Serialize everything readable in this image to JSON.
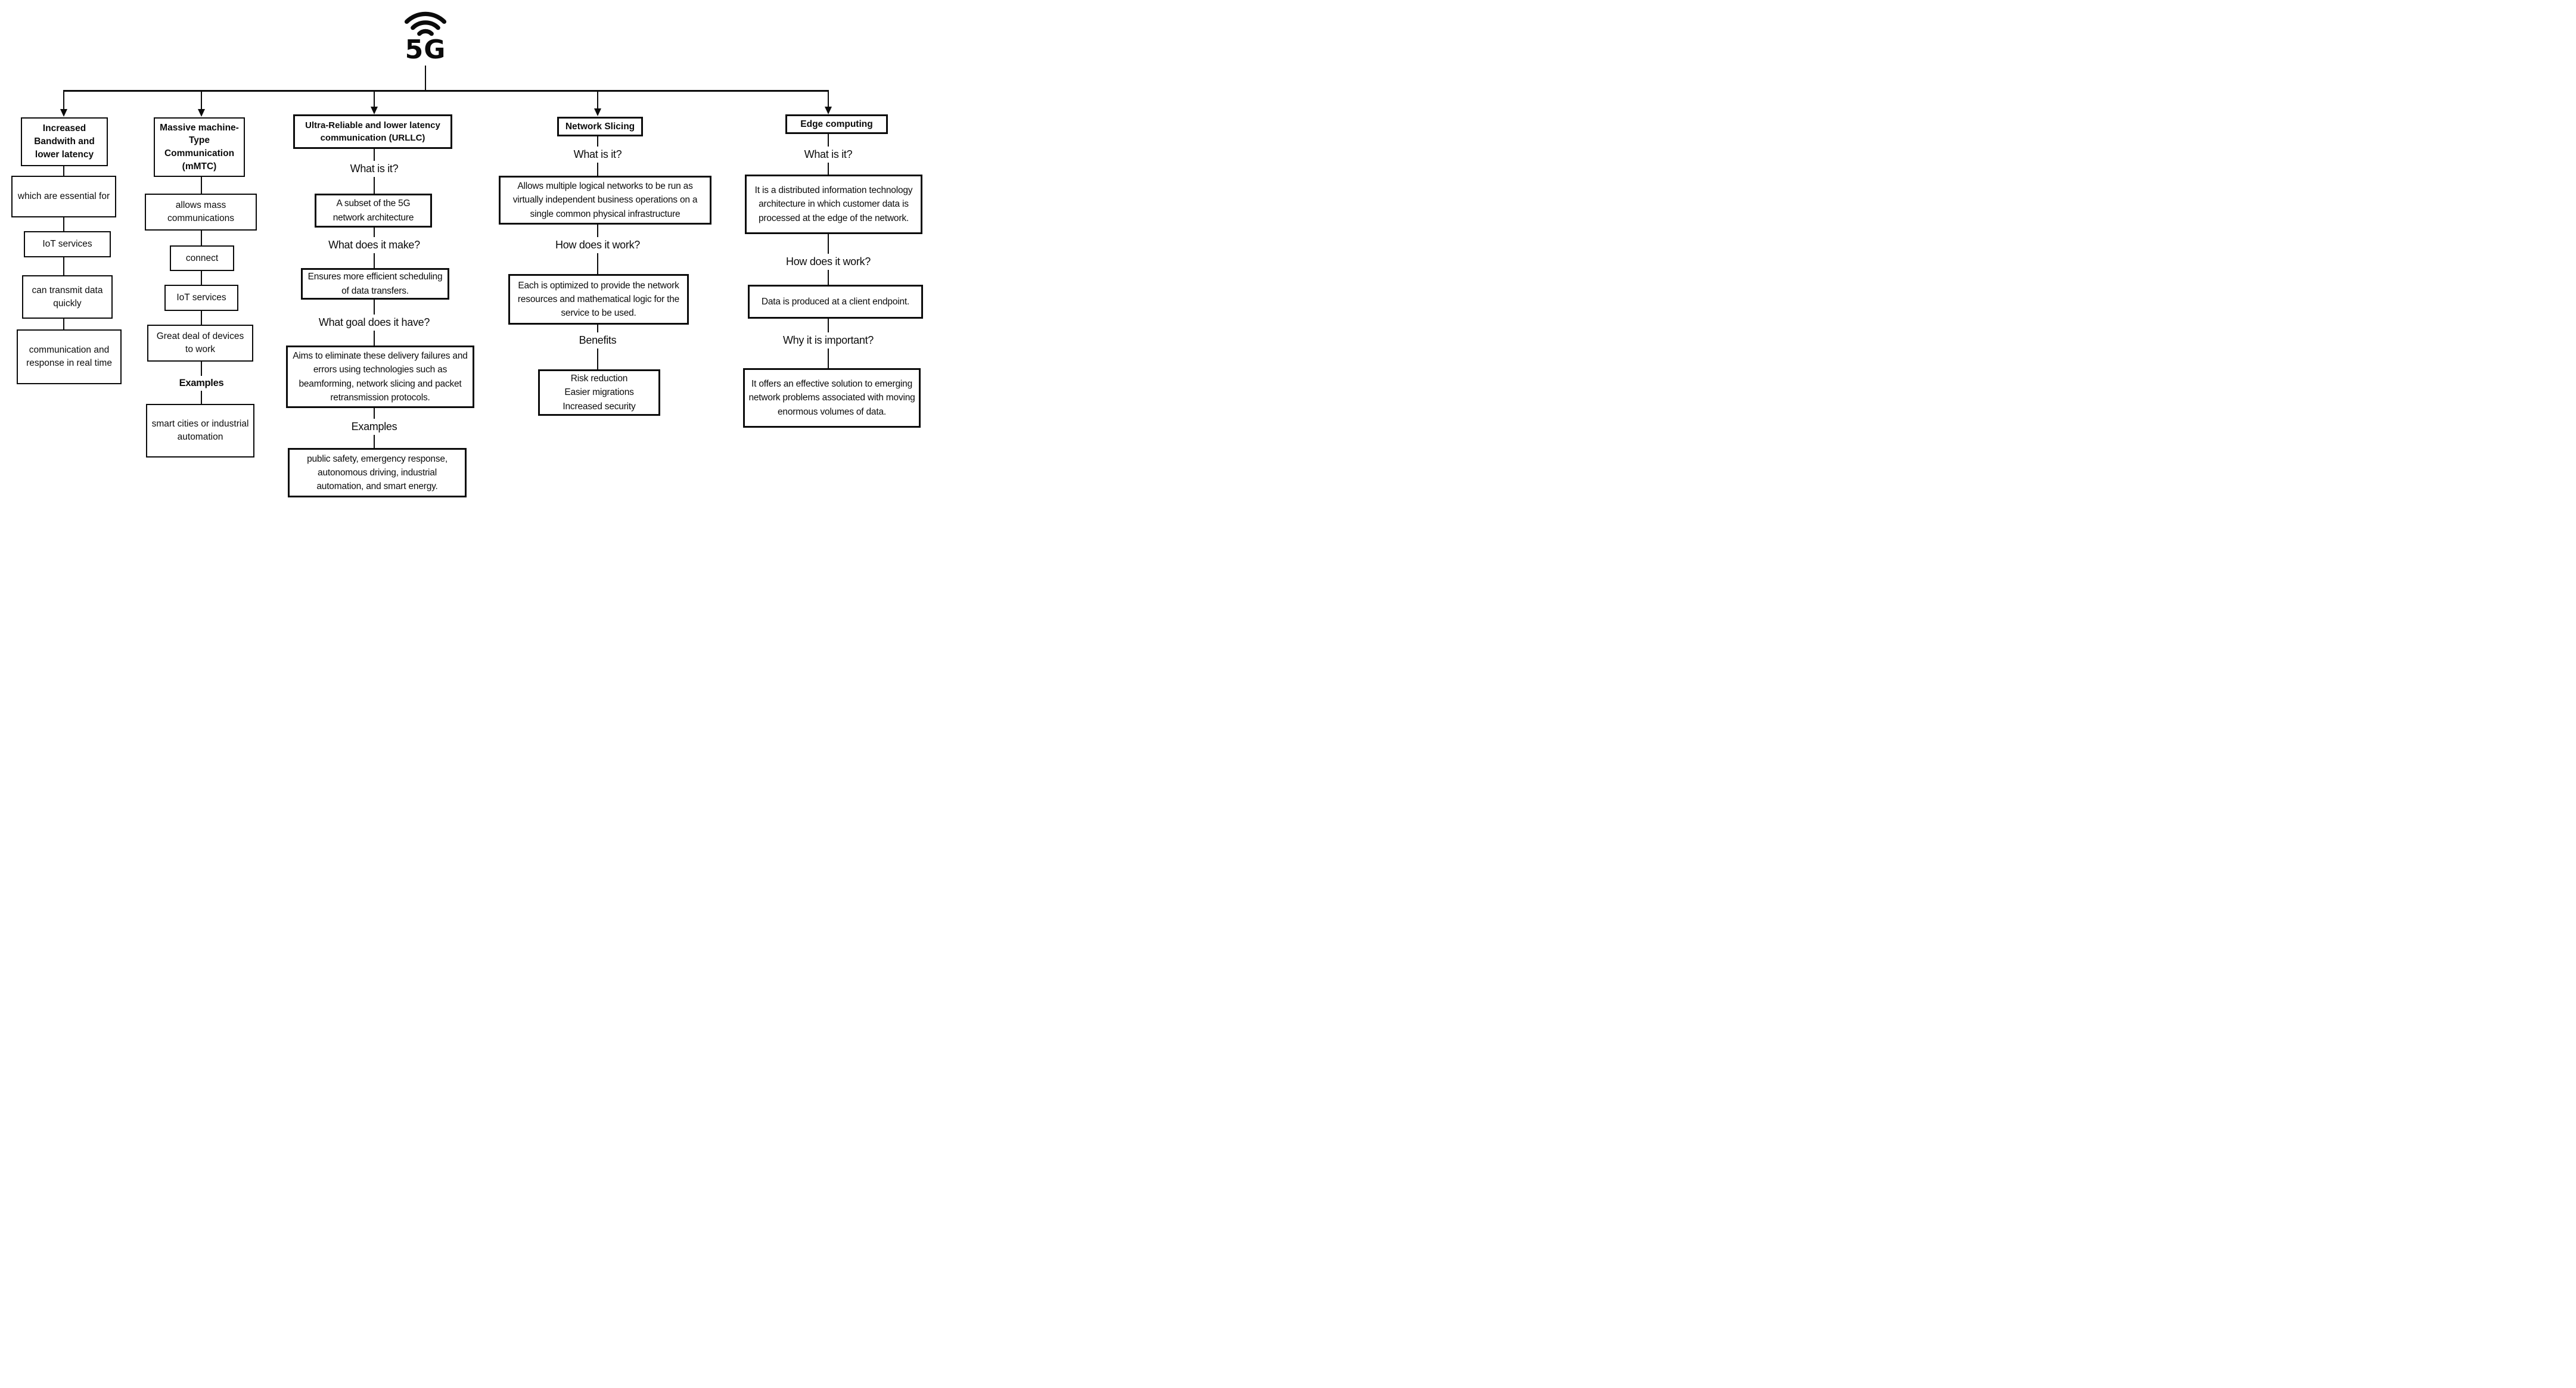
{
  "root": {
    "label": "5G",
    "icon": "wifi-signal-icon"
  },
  "colors": {
    "line": "#0b0b0b",
    "background": "#ffffff"
  },
  "columns": [
    {
      "id": "increased-bandwidth",
      "nodes": [
        {
          "text": "Increased Bandwith and lower latency",
          "kind": "header"
        },
        {
          "text": "which are essential for",
          "kind": "box"
        },
        {
          "text": "IoT services",
          "kind": "box"
        },
        {
          "text": "can transmit data quickly",
          "kind": "box"
        },
        {
          "text": "communication and response in real time",
          "kind": "box"
        }
      ]
    },
    {
      "id": "mmtc",
      "nodes": [
        {
          "text": "Massive machine-Type Communication (mMTC)",
          "kind": "header"
        },
        {
          "text": "allows mass communications",
          "kind": "box"
        },
        {
          "text": "connect",
          "kind": "box"
        },
        {
          "text": "IoT services",
          "kind": "box"
        },
        {
          "text": "Great deal of devices to work",
          "kind": "box"
        },
        {
          "text": "Examples",
          "kind": "label"
        },
        {
          "text": "smart cities or industrial automation",
          "kind": "box"
        }
      ]
    },
    {
      "id": "urllc",
      "nodes": [
        {
          "text": "Ultra-Reliable and lower latency communication (URLLC)",
          "kind": "header"
        },
        {
          "text": "What is it?",
          "kind": "label"
        },
        {
          "text": "A subset of the 5G network architecture",
          "kind": "box"
        },
        {
          "text": "What does it make?",
          "kind": "label"
        },
        {
          "text": "Ensures more efficient scheduling of data transfers.",
          "kind": "box"
        },
        {
          "text": "What goal does it have?",
          "kind": "label"
        },
        {
          "text": "Aims to eliminate these delivery failures and errors using technologies such as beamforming, network slicing and packet retransmission protocols.",
          "kind": "box"
        },
        {
          "text": "Examples",
          "kind": "label"
        },
        {
          "text": "public safety,  emergency response, autonomous driving, industrial automation, and smart energy.",
          "kind": "box"
        }
      ]
    },
    {
      "id": "network-slicing",
      "nodes": [
        {
          "text": "Network Slicing",
          "kind": "header"
        },
        {
          "text": "What is it?",
          "kind": "label"
        },
        {
          "text": "Allows multiple logical networks to be run as virtually independent business operations on a single common physical infrastructure",
          "kind": "box"
        },
        {
          "text": "How does it work?",
          "kind": "label"
        },
        {
          "text": "Each is optimized to provide the network resources and mathematical logic for the service to be used.",
          "kind": "box"
        },
        {
          "text": "Benefits",
          "kind": "label"
        },
        {
          "kind": "box",
          "lines": [
            "Risk reduction",
            "Easier migrations",
            "Increased security"
          ]
        }
      ]
    },
    {
      "id": "edge-computing",
      "nodes": [
        {
          "text": "Edge computing",
          "kind": "header"
        },
        {
          "text": "What is it?",
          "kind": "label"
        },
        {
          "text": "It is a distributed information technology architecture in which customer data is processed at the edge of the network.",
          "kind": "box"
        },
        {
          "text": "How does it work?",
          "kind": "label"
        },
        {
          "text": "Data is produced at a client endpoint.",
          "kind": "box"
        },
        {
          "text": "Why it is important?",
          "kind": "label"
        },
        {
          "text": "It offers an effective solution to emerging network problems associated with moving enormous volumes of data.",
          "kind": "box"
        }
      ]
    }
  ]
}
